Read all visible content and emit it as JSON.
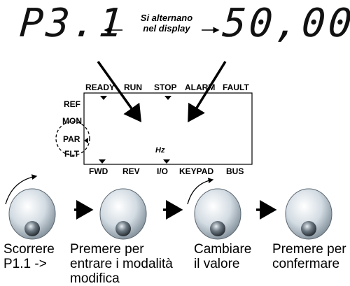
{
  "top_display": {
    "left_value": "P3.1",
    "right_value": "50,00",
    "note_line1": "Si alternano",
    "note_line2": "nel display"
  },
  "panel": {
    "status_top": [
      "READY",
      "RUN",
      "STOP",
      "ALARM",
      "FAULT"
    ],
    "modes": [
      "REF",
      "MON",
      "PAR",
      "FLT"
    ],
    "status_bottom": [
      "FWD",
      "REV",
      "I/O",
      "KEYPAD",
      "BUS"
    ],
    "unit": "Hz"
  },
  "steps": [
    {
      "line1": "Scorrere",
      "line2": "P1.1 ->",
      "line3": ""
    },
    {
      "line1": "Premere per",
      "line2": "entrare i modalità",
      "line3": "modifica"
    },
    {
      "line1": "Cambiare",
      "line2": "il valore",
      "line3": ""
    },
    {
      "line1": "Premere per",
      "line2": "confermare",
      "line3": ""
    }
  ]
}
